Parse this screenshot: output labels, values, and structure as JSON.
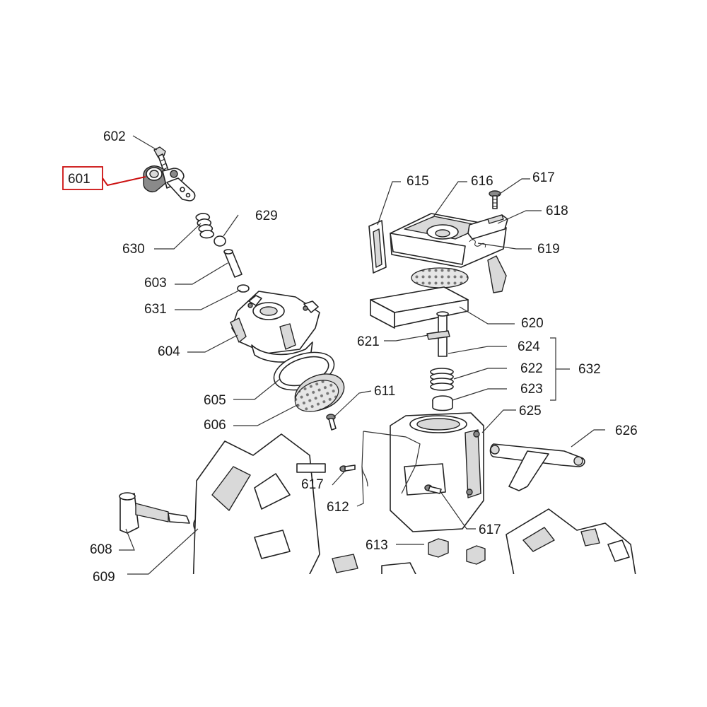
{
  "diagram": {
    "highlight_color": "#cc1111",
    "highlighted_part": "601",
    "callouts": {
      "p601": "601",
      "p602": "602",
      "p603": "603",
      "p604": "604",
      "p605": "605",
      "p606": "606",
      "p608": "608",
      "p609": "609",
      "p611": "611",
      "p612": "612",
      "p613": "613",
      "p615": "615",
      "p616": "616",
      "p617a": "617",
      "p617b": "617",
      "p617c": "617",
      "p618": "618",
      "p619": "619",
      "p620": "620",
      "p621": "621",
      "p622": "622",
      "p623": "623",
      "p624": "624",
      "p625": "625",
      "p626": "626",
      "p629": "629",
      "p630": "630",
      "p631": "631",
      "p632": "632"
    }
  }
}
